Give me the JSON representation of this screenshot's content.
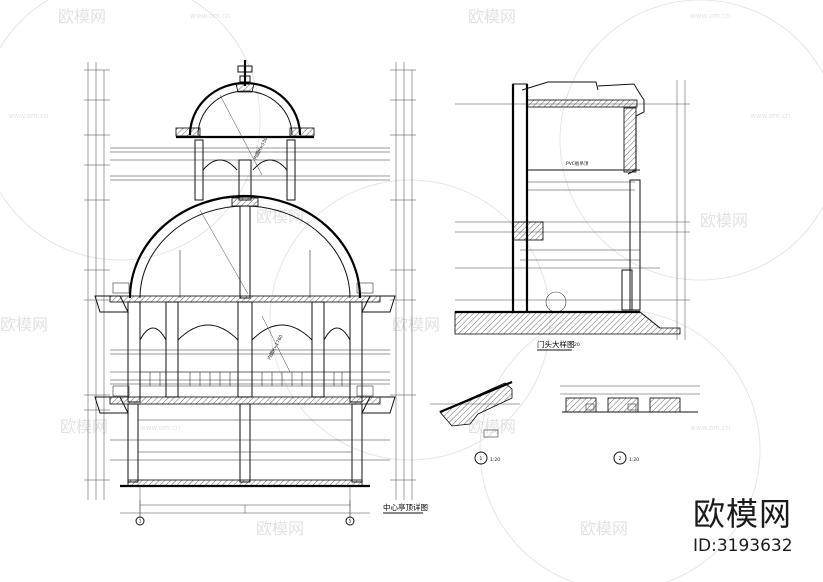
{
  "drawing": {
    "main_section_caption": "中心亭顶详图",
    "door_section_caption": "门头大样图",
    "detail_1_number": "1",
    "detail_1_scale": "1:20",
    "detail_2_number": "2",
    "detail_2_scale": "1:20",
    "upper_dome_note": "内圆R=530",
    "lower_dome_note": "内圆R=1760",
    "pvc_note": "PVC板吊顶",
    "grid_left": "1",
    "grid_right": "5",
    "detail_2_bottom": "20"
  },
  "brand": {
    "logo_text": "欧模网",
    "id_text": "ID:3193632",
    "watermark_text": "欧模网",
    "watermark_url": "www.om.cn"
  }
}
